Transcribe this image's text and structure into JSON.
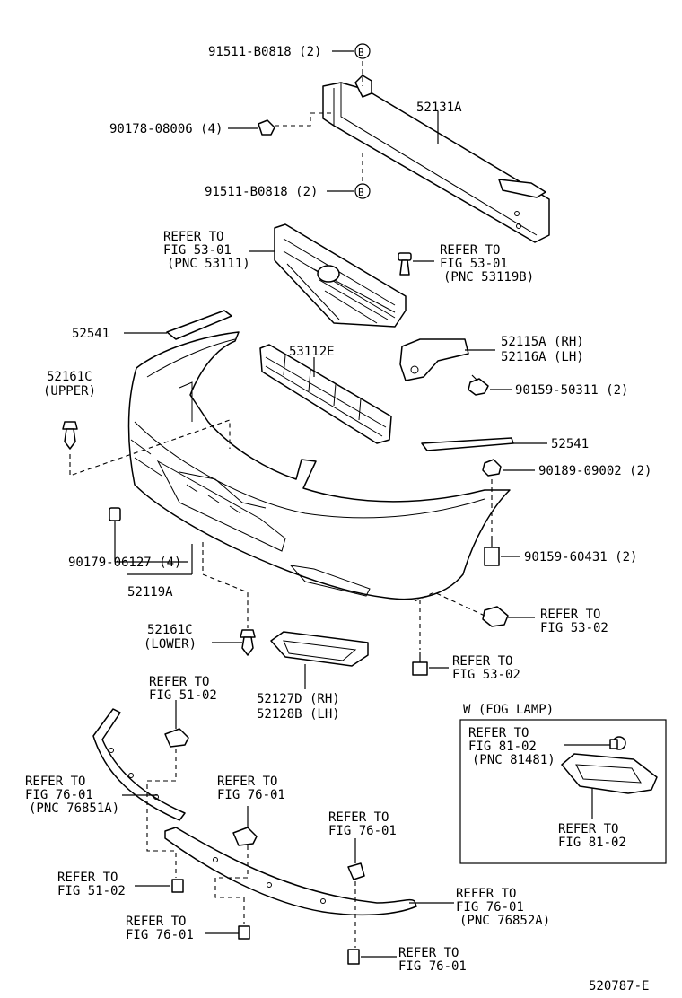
{
  "diagram_id": "520787-E",
  "callouts": {
    "bolt_top": "91511-B0818 (2)",
    "marker_b": "B",
    "nut_90178": "90178-08006 (4)",
    "reinforcement": "52131A",
    "bolt_bottom": "91511-B0818 (2)",
    "grille_ref": [
      "REFER TO",
      "FIG 53-01",
      "(PNC 53111)"
    ],
    "clip_ref": [
      "REFER TO",
      "FIG 53-01",
      "(PNC 53119B)"
    ],
    "moulding_left": "52541",
    "lower_grille": "53112E",
    "bracket": [
      "52115A (RH)",
      "52116A (LH)"
    ],
    "retainer_upper": [
      "52161C",
      "(UPPER)"
    ],
    "screw_90159_50311": "90159-50311 (2)",
    "moulding_right": "52541",
    "nut_90189": "90189-09002 (2)",
    "clip_90179": "90179-06127 (4)",
    "screw_90159_60431": "90159-60431 (2)",
    "bumper_cover": "52119A",
    "nut_ref_53_02": [
      "REFER TO",
      "FIG 53-02"
    ],
    "retainer_lower": [
      "52161C",
      "(LOWER)"
    ],
    "screw_ref_53_02": [
      "REFER TO",
      "FIG 53-02"
    ],
    "fog_cover": [
      "52127D (RH)",
      "52128B (LH)"
    ],
    "ref_51_02_top": [
      "REFER TO",
      "FIG 51-02"
    ],
    "spoiler_left_ref": [
      "REFER TO",
      "FIG 76-01",
      "(PNC 76851A)"
    ],
    "ref_76_01_mid": [
      "REFER TO",
      "FIG 76-01"
    ],
    "ref_76_01_right": [
      "REFER TO",
      "FIG 76-01"
    ],
    "ref_51_02_bottom": [
      "REFER TO",
      "FIG 51-02"
    ],
    "ref_76_01_bottom_left": [
      "REFER TO",
      "FIG 76-01"
    ],
    "spoiler_right_ref": [
      "REFER TO",
      "FIG 76-01",
      "(PNC 76852A)"
    ],
    "ref_76_01_bottom": [
      "REFER TO",
      "FIG 76-01"
    ]
  },
  "fog_lamp_box": {
    "title": "W (FOG LAMP)",
    "bulb_ref": [
      "REFER TO",
      "FIG 81-02",
      "(PNC 81481)"
    ],
    "lamp_ref": [
      "REFER TO",
      "FIG 81-02"
    ]
  }
}
